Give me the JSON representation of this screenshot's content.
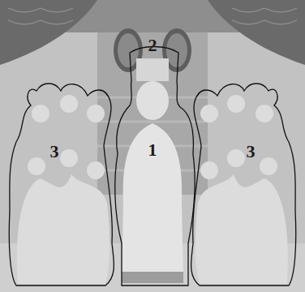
{
  "diagram": {
    "nodes": [
      {
        "text": [
          "3"
        ]
      },
      {
        "text": [
          "1"
        ]
      },
      {
        "text": [
          "3"
        ]
      }
    ],
    "labels": [
      "2"
    ]
  }
}
